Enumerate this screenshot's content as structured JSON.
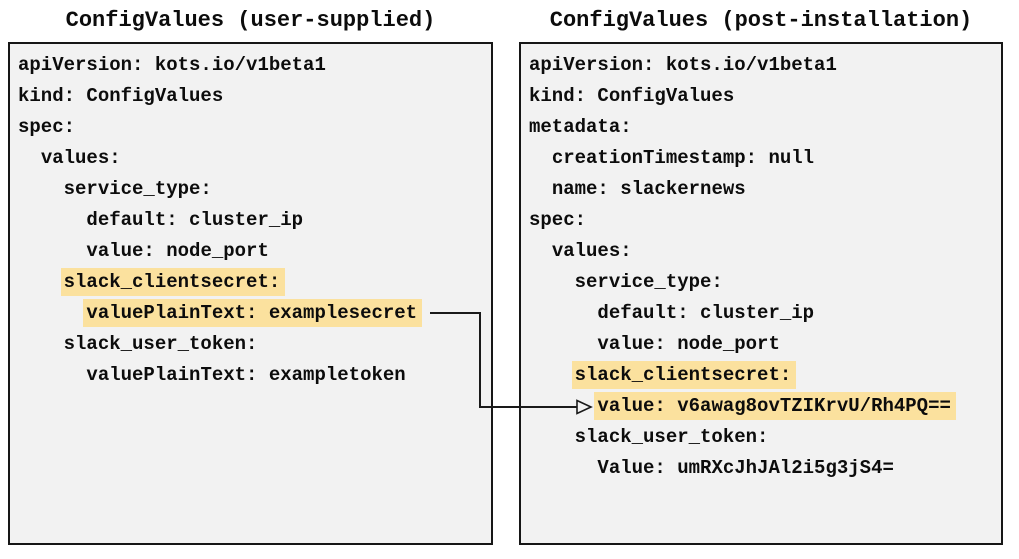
{
  "colors": {
    "panel_background": "#f2f2f2",
    "panel_border": "#161616",
    "highlight": "#fbe19e",
    "text": "#0c0c0c",
    "arrow": "#1a1a1a"
  },
  "left_panel": {
    "title": "ConfigValues (user-supplied)",
    "lines": [
      {
        "indent": 0,
        "text": "apiVersion: kots.io/v1beta1",
        "highlight": false
      },
      {
        "indent": 0,
        "text": "kind: ConfigValues",
        "highlight": false
      },
      {
        "indent": 0,
        "text": "spec:",
        "highlight": false
      },
      {
        "indent": 1,
        "text": "values:",
        "highlight": false
      },
      {
        "indent": 2,
        "text": "service_type:",
        "highlight": false
      },
      {
        "indent": 3,
        "text": "default: cluster_ip",
        "highlight": false
      },
      {
        "indent": 3,
        "text": "value: node_port",
        "highlight": false
      },
      {
        "indent": 2,
        "text": "slack_clientsecret:",
        "highlight": true
      },
      {
        "indent": 3,
        "text": "valuePlainText: examplesecret",
        "highlight": true
      },
      {
        "indent": 2,
        "text": "slack_user_token:",
        "highlight": false
      },
      {
        "indent": 3,
        "text": "valuePlainText: exampletoken",
        "highlight": false
      }
    ]
  },
  "right_panel": {
    "title": "ConfigValues (post-installation)",
    "lines": [
      {
        "indent": 0,
        "text": "apiVersion: kots.io/v1beta1",
        "highlight": false
      },
      {
        "indent": 0,
        "text": "kind: ConfigValues",
        "highlight": false
      },
      {
        "indent": 0,
        "text": "metadata:",
        "highlight": false
      },
      {
        "indent": 1,
        "text": "creationTimestamp: null",
        "highlight": false
      },
      {
        "indent": 1,
        "text": "name: slackernews",
        "highlight": false
      },
      {
        "indent": 0,
        "text": "spec:",
        "highlight": false
      },
      {
        "indent": 1,
        "text": "values:",
        "highlight": false
      },
      {
        "indent": 2,
        "text": "service_type:",
        "highlight": false
      },
      {
        "indent": 3,
        "text": "default: cluster_ip",
        "highlight": false
      },
      {
        "indent": 3,
        "text": "value: node_port",
        "highlight": false
      },
      {
        "indent": 2,
        "text": "slack_clientsecret:",
        "highlight": true
      },
      {
        "indent": 3,
        "text": "value: v6awag8ovTZIKrvU/Rh4PQ==",
        "highlight": true
      },
      {
        "indent": 2,
        "text": "slack_user_token:",
        "highlight": false
      },
      {
        "indent": 3,
        "text": "Value: umRXcJhJAl2i5g3jS4=",
        "highlight": false
      }
    ]
  },
  "arrow": {
    "connects_from_text": "valuePlainText: examplesecret",
    "connects_to_text": "value: v6awag8ovTZIKrvU/Rh4PQ=="
  }
}
